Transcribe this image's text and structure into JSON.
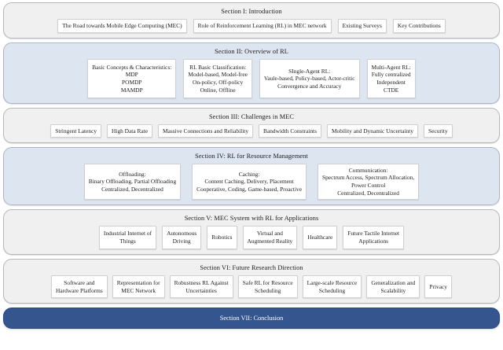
{
  "diagram": {
    "colors": {
      "section_gray_bg": "#f0f0f0",
      "section_blue_bg": "#dde5f1",
      "conclusion_bg": "#35558f",
      "cell_bg": "#ffffff",
      "text": "#1b1b1b",
      "conclusion_text": "#ffffff"
    },
    "sections": [
      {
        "id": "section-1",
        "title": "Section I: Introduction",
        "tone": "gray",
        "items": [
          {
            "lines": [
              "The Road towards Mobile Edge Computing (MEC)"
            ]
          },
          {
            "lines": [
              "Role of Reinforcement Learning (RL) in MEC network"
            ]
          },
          {
            "lines": [
              "Existing Surveys"
            ]
          },
          {
            "lines": [
              "Key Contributions"
            ]
          }
        ]
      },
      {
        "id": "section-2",
        "title": "Section II: Overview of RL",
        "tone": "blue",
        "items": [
          {
            "lines": [
              "Basic Concepts & Characteristics:",
              "MDP",
              "POMDP",
              "MAMDP"
            ]
          },
          {
            "lines": [
              "RL Basic Classification:",
              "Model-based, Model-free",
              "On-policy, Off-policy",
              "Online, Offline"
            ]
          },
          {
            "lines": [
              "SIngle-Agent RL:",
              "Vaule-based, Policy-based, Actor-critic",
              "Convergence and Accuracy"
            ]
          },
          {
            "lines": [
              "Multi-Agent RL:",
              "Fully centralized",
              "Independent",
              "CTDE"
            ]
          }
        ]
      },
      {
        "id": "section-3",
        "title": "Section III: Challenges in MEC",
        "tone": "gray",
        "items": [
          {
            "lines": [
              "Stringent Latency"
            ]
          },
          {
            "lines": [
              "High Data Rate"
            ]
          },
          {
            "lines": [
              "Massive Connections and Reliability"
            ]
          },
          {
            "lines": [
              "Bandwidth Constraints"
            ]
          },
          {
            "lines": [
              "Mobility and Dynamic Uncertainty"
            ]
          },
          {
            "lines": [
              "Security"
            ]
          }
        ]
      },
      {
        "id": "section-4",
        "title": "Section IV:  RL for Resource Management",
        "tone": "blue",
        "items": [
          {
            "lines": [
              "Offloading:",
              "Binary Offloading, Partial Offloading",
              "Centralized, Decentralized"
            ]
          },
          {
            "lines": [
              "Caching:",
              "Content Caching, Delivery, Placement",
              "Cooperative, Coding, Game-based, Proactive"
            ]
          },
          {
            "lines": [
              "Communication:",
              "Spectrum Access, Spectrum Allocation,",
              "Power Control",
              "Centralized, Decentralized"
            ]
          }
        ]
      },
      {
        "id": "section-5",
        "title": "Section V: MEC System with RL for Applications",
        "tone": "gray",
        "items": [
          {
            "lines": [
              "Industrial Internet of",
              "Things"
            ]
          },
          {
            "lines": [
              "Autonomous",
              "Driving"
            ]
          },
          {
            "lines": [
              "Robotics"
            ]
          },
          {
            "lines": [
              "Virtual and",
              "Augmented Reality"
            ]
          },
          {
            "lines": [
              "Healthcare"
            ]
          },
          {
            "lines": [
              "Future Tactile Internet",
              "Applications"
            ]
          }
        ]
      },
      {
        "id": "section-6",
        "title": "Section VI:  Future Research Direction",
        "tone": "gray",
        "items": [
          {
            "lines": [
              "Software and",
              "Hardware Platforms"
            ]
          },
          {
            "lines": [
              "Representation for",
              "MEC Network"
            ]
          },
          {
            "lines": [
              "Robustness RL Against",
              "Uncertainties"
            ]
          },
          {
            "lines": [
              "Safe RL for Resource",
              "Scheduling"
            ]
          },
          {
            "lines": [
              "Large-scale Resource",
              "Scheduling"
            ]
          },
          {
            "lines": [
              "Generalization and",
              "Scalability"
            ]
          },
          {
            "lines": [
              "Privacy"
            ]
          }
        ]
      }
    ],
    "conclusion": {
      "id": "section-7",
      "title": "Section VII:  Conclusion"
    }
  }
}
